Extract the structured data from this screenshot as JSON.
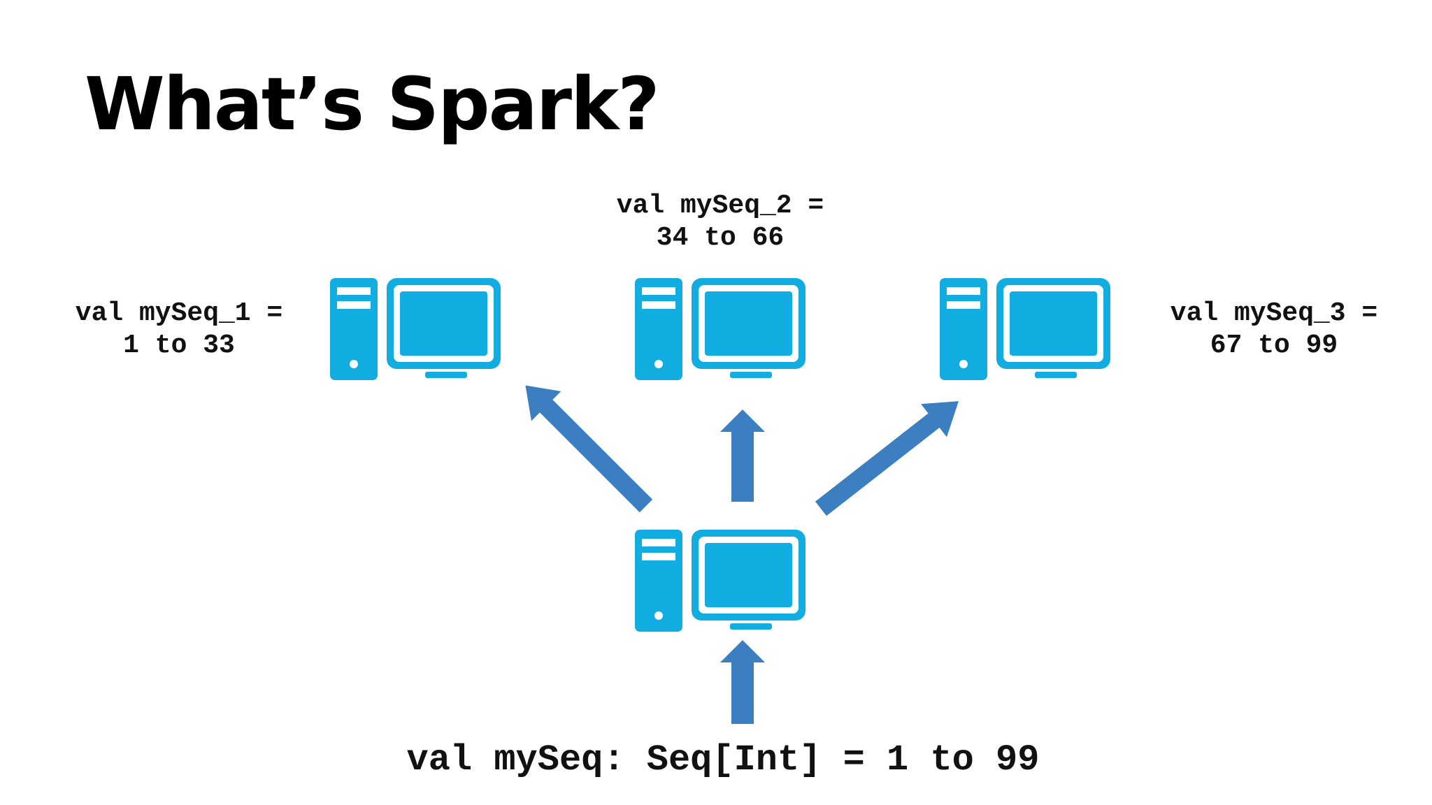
{
  "slide": {
    "title": "What’s Spark?"
  },
  "labels": {
    "worker_1": [
      "val mySeq_1 =",
      "1 to 33"
    ],
    "worker_2": [
      "val mySeq_2 =",
      "34 to 66"
    ],
    "worker_3": [
      "val mySeq_3 =",
      "67 to 99"
    ],
    "driver": "val mySeq: Seq[Int] = 1 to 99"
  },
  "colors": {
    "computer": "#12ade0",
    "arrow": "#3b7fc1",
    "text": "#111111"
  },
  "icons": {
    "computer": "desktop-computer-icon",
    "arrow": "arrow-up-icon"
  }
}
